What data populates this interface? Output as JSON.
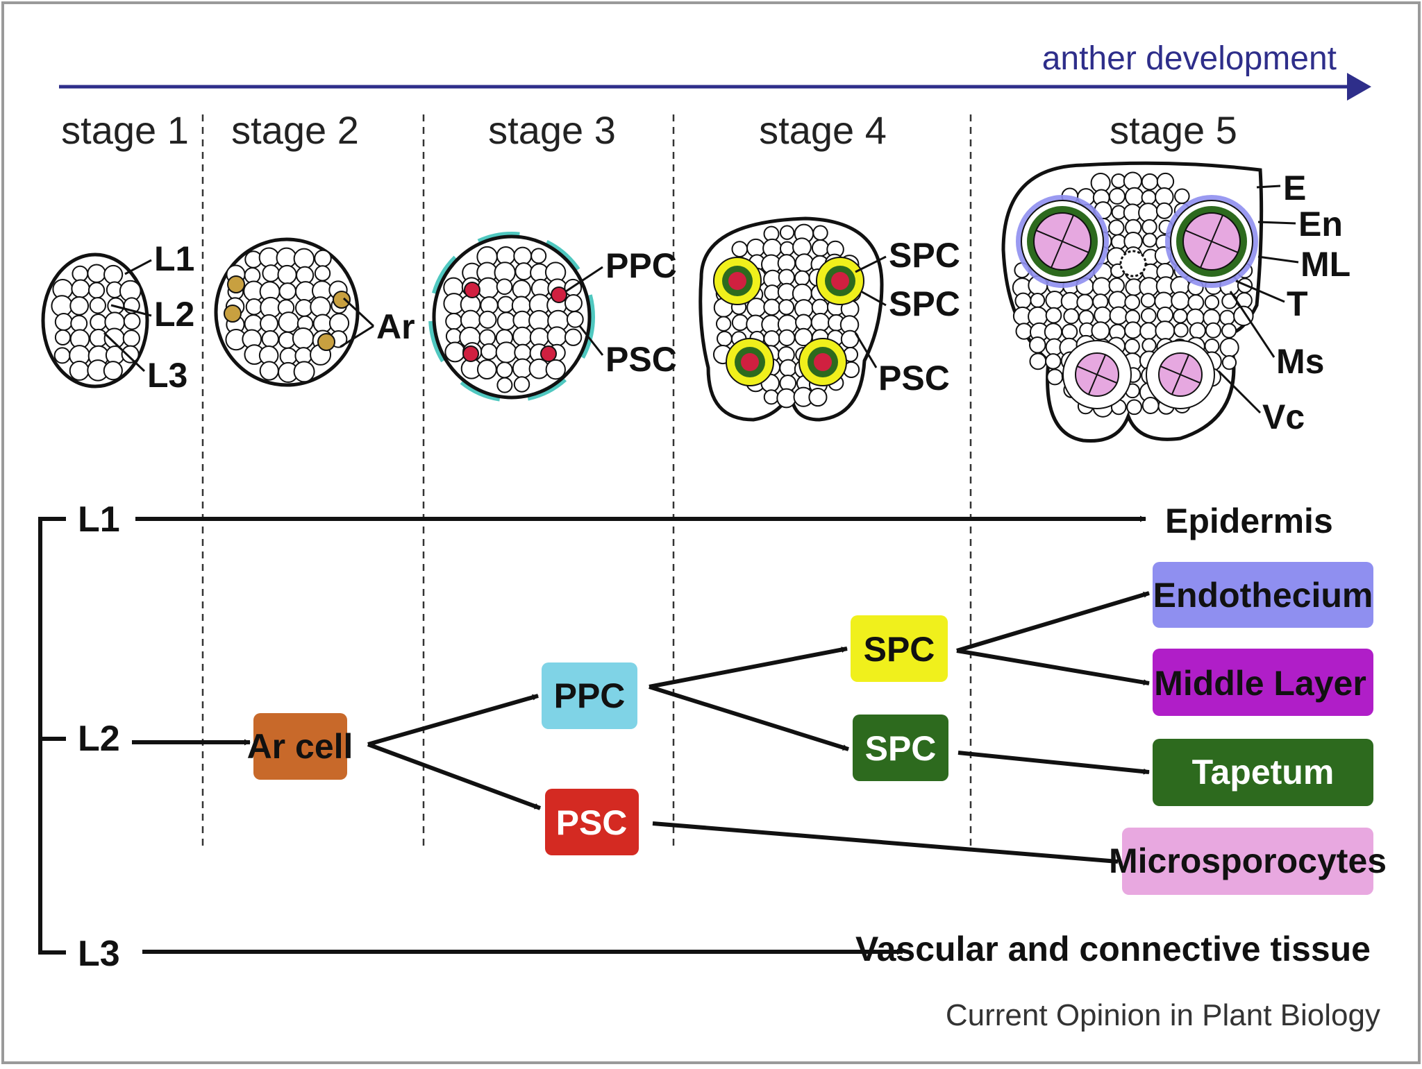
{
  "header": {
    "arrow_label": "anther development"
  },
  "stages": [
    {
      "label": "stage 1"
    },
    {
      "label": "stage 2"
    },
    {
      "label": "stage 3"
    },
    {
      "label": "stage 4"
    },
    {
      "label": "stage 5"
    }
  ],
  "cross_section_labels": {
    "stage1": [
      "L1",
      "L2",
      "L3"
    ],
    "stage2": [
      "Ar"
    ],
    "stage3": [
      "PPC",
      "PSC"
    ],
    "stage4": [
      "SPC",
      "SPC",
      "PSC"
    ],
    "stage5": [
      "E",
      "En",
      "ML",
      "T",
      "Ms",
      "Vc"
    ]
  },
  "lineage": {
    "layers": {
      "l1": "L1",
      "l2": "L2",
      "l3": "L3"
    },
    "nodes": {
      "ar_cell": "Ar cell",
      "ppc": "PPC",
      "psc": "PSC",
      "spc_outer": "SPC",
      "spc_inner": "SPC"
    },
    "outcomes": {
      "epidermis": "Epidermis",
      "endothecium": "Endothecium",
      "middle_layer": "Middle Layer",
      "tapetum": "Tapetum",
      "microsporocytes": "Microsporocytes",
      "vascular": "Vascular and connective tissue"
    }
  },
  "credit": "Current Opinion in Plant Biology",
  "colors": {
    "dev_arrow": "#2e2e8a",
    "ar_cell": "#c8692a",
    "ppc": "#7fd3e6",
    "psc": "#d42a22",
    "spc_outer": "#f0f01c",
    "spc_inner": "#2d6a1e",
    "endothecium": "#8f8ff0",
    "middle_layer": "#b01ec8",
    "tapetum": "#2d6a1e",
    "microsporocytes": "#e8a8e0",
    "cell_fill_pink": "#e6a8e0",
    "ar_dot": "#c8a040",
    "psc_dot": "#d02040",
    "ppc_rim": "#50c8c0"
  }
}
